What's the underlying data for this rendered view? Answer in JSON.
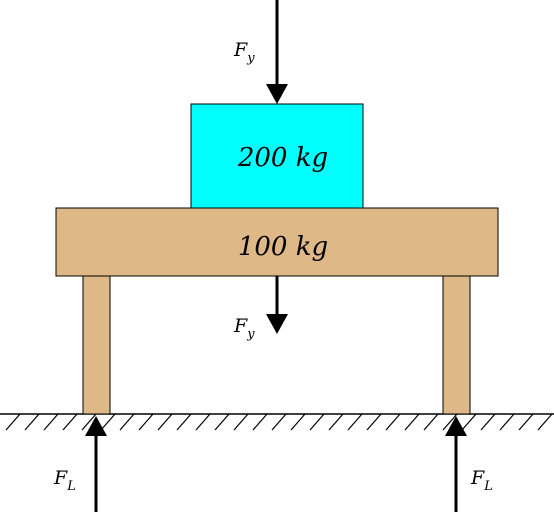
{
  "colors": {
    "block": "#00ffff",
    "table": "#deb887",
    "outline": "#000000",
    "background": "#ffffff"
  },
  "masses": {
    "block": "200 kg",
    "table": "100 kg"
  },
  "forces": {
    "applied_top": {
      "symbol": "F",
      "subscript": "y",
      "direction": "down"
    },
    "weight_table": {
      "symbol": "F",
      "subscript": "y",
      "direction": "down"
    },
    "reaction_left": {
      "symbol": "F",
      "subscript": "L",
      "direction": "up"
    },
    "reaction_right": {
      "symbol": "F",
      "subscript": "L",
      "direction": "up"
    }
  }
}
